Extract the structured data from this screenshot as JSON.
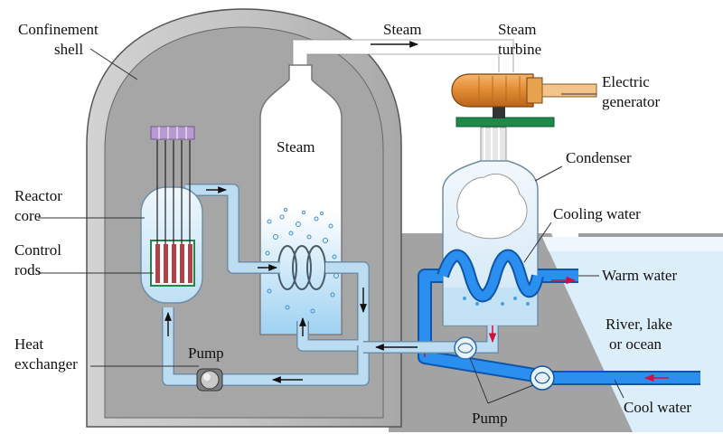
{
  "labels": {
    "confinement_shell": [
      "Confinement",
      "shell"
    ],
    "steam_top": "Steam",
    "steam_turbine": [
      "Steam",
      "turbine"
    ],
    "electric_generator": [
      "Electric",
      "generator"
    ],
    "steam_chamber": "Steam",
    "condenser": "Condenser",
    "reactor_core": [
      "Reactor",
      "core"
    ],
    "control_rods": [
      "Control",
      "rods"
    ],
    "cooling_water": "Cooling water",
    "warm_water": "Warm water",
    "river": [
      "River, lake",
      "or ocean"
    ],
    "heat_exchanger": [
      "Heat",
      "exchanger"
    ],
    "pump_left": "Pump",
    "pump_bottom": "Pump",
    "cool_water": "Cool water"
  },
  "colors": {
    "shell_outer": "#b9b9b9",
    "shell_inner": "#9a9a9a",
    "pipe_light": "#bcdcf2",
    "pipe_bright": "#2b8ff0",
    "water_light": "#d6ecfa",
    "turbine": "#e59a45",
    "generator_shaft": "#f2c38a",
    "base_green": "#1e8a4a",
    "flow_red": "#d0103a",
    "control_rod": "#b0404a"
  }
}
